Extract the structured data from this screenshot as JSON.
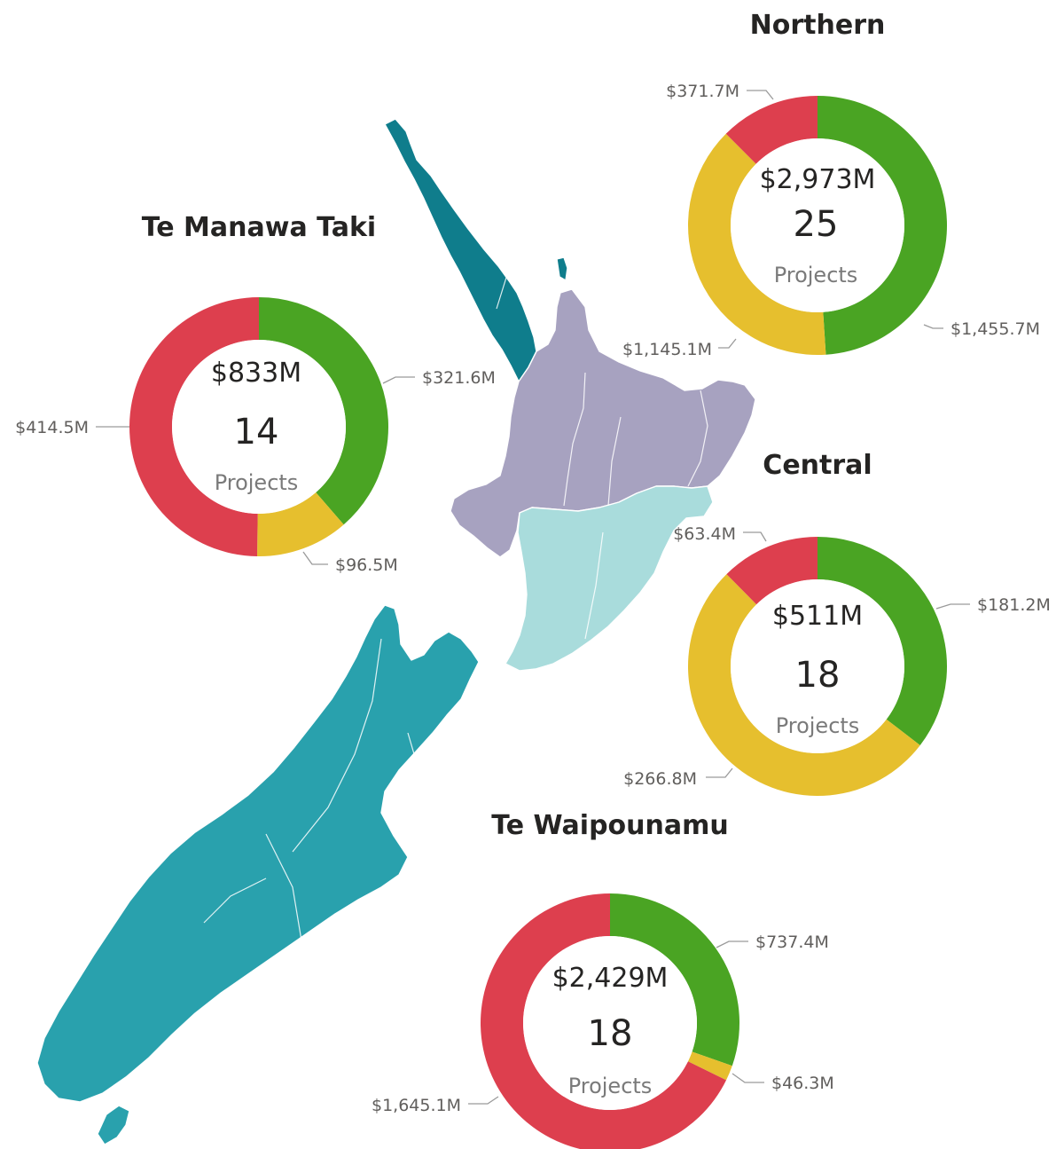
{
  "colors": {
    "green": "#4aa423",
    "yellow": "#e6bf2e",
    "red": "#dd3f4e",
    "map_northern": "#0f7d8c",
    "map_te_manawa_taki": "#a7a2c0",
    "map_central": "#a9dcdc",
    "map_te_waipounamu": "#29a1ad",
    "map_stewart_island": "#29a1ad"
  },
  "chart_data": [
    {
      "type": "pie",
      "title": "Northern",
      "center": {
        "total": "$2,973M",
        "count": "25",
        "unit": "Projects"
      },
      "slices": [
        {
          "color": "green",
          "value": 1455.7,
          "label": "$1,455.7M"
        },
        {
          "color": "yellow",
          "value": 1145.1,
          "label": "$1,145.1M"
        },
        {
          "color": "red",
          "value": 371.7,
          "label": "$371.7M"
        }
      ]
    },
    {
      "type": "pie",
      "title": "Te Manawa Taki",
      "center": {
        "total": "$833M",
        "count": "14",
        "unit": "Projects"
      },
      "slices": [
        {
          "color": "green",
          "value": 321.6,
          "label": "$321.6M"
        },
        {
          "color": "yellow",
          "value": 96.5,
          "label": "$96.5M"
        },
        {
          "color": "red",
          "value": 414.5,
          "label": "$414.5M"
        }
      ]
    },
    {
      "type": "pie",
      "title": "Central",
      "center": {
        "total": "$511M",
        "count": "18",
        "unit": "Projects"
      },
      "slices": [
        {
          "color": "green",
          "value": 181.2,
          "label": "$181.2M"
        },
        {
          "color": "yellow",
          "value": 266.8,
          "label": "$266.8M"
        },
        {
          "color": "red",
          "value": 63.4,
          "label": "$63.4M"
        }
      ]
    },
    {
      "type": "pie",
      "title": "Te Waipounamu",
      "center": {
        "total": "$2,429M",
        "count": "18",
        "unit": "Projects"
      },
      "slices": [
        {
          "color": "green",
          "value": 737.4,
          "label": "$737.4M"
        },
        {
          "color": "yellow",
          "value": 46.3,
          "label": "$46.3M"
        },
        {
          "color": "red",
          "value": 1645.1,
          "label": "$1,645.1M"
        }
      ]
    }
  ]
}
